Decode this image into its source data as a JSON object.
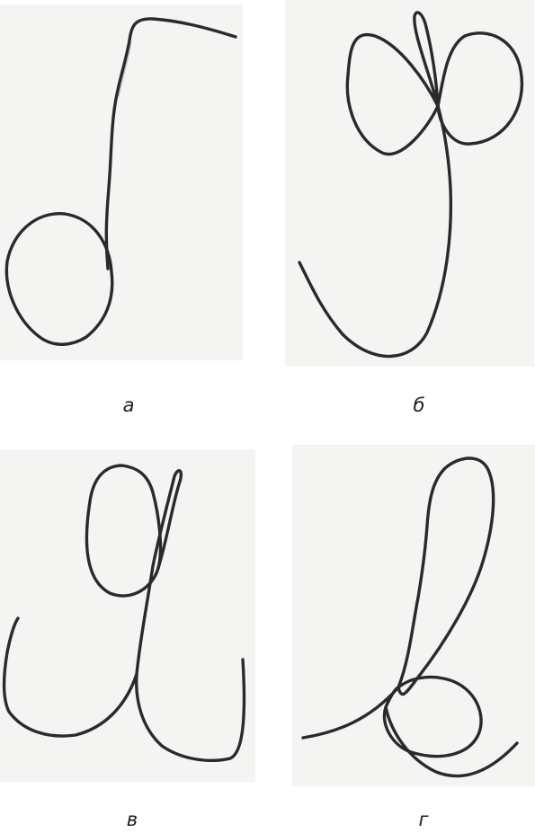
{
  "figure": {
    "panels": [
      {
        "id": "a",
        "label": "а",
        "shape": "wire-letter-a"
      },
      {
        "id": "b",
        "label": "б",
        "shape": "wire-letter-b"
      },
      {
        "id": "c",
        "label": "в",
        "shape": "wire-letter-c"
      },
      {
        "id": "d",
        "label": "г",
        "shape": "wire-letter-d"
      }
    ]
  },
  "colors": {
    "wire": "#2a2a2a",
    "background": "#f4f4f3"
  }
}
